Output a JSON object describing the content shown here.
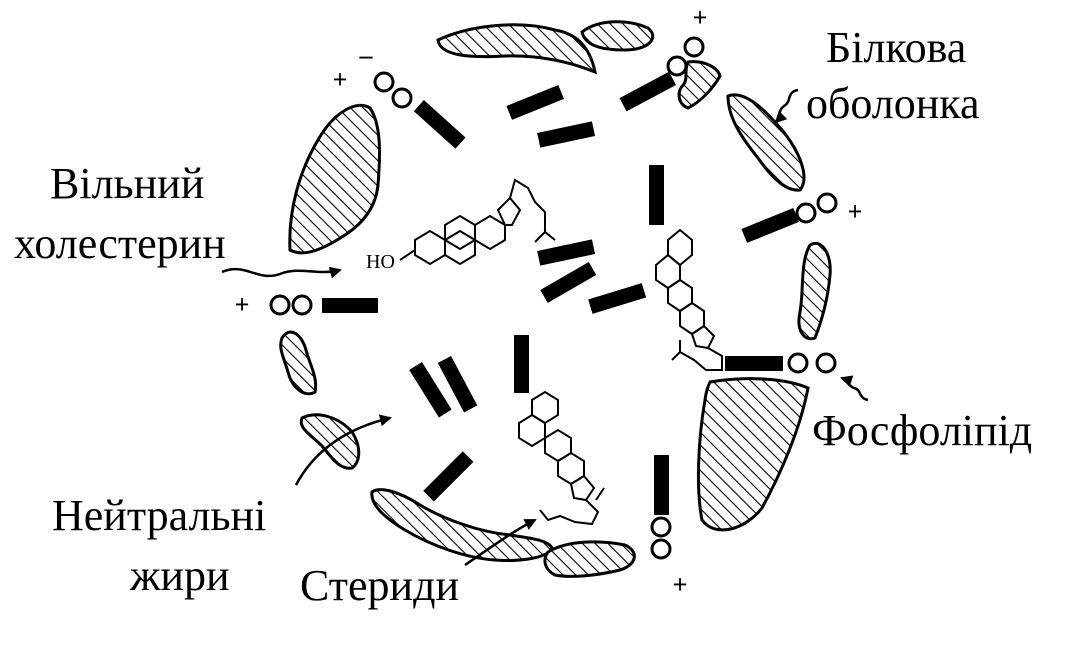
{
  "labels": {
    "protein_shell_line1": "Білкова",
    "protein_shell_line2": "оболонка",
    "free_cholesterol_line1": "Вільний",
    "free_cholesterol_line2": "холестерин",
    "neutral_fats_line1": "Нейтральні",
    "neutral_fats_line2": "жири",
    "sterides": "Стериди",
    "phospholipid": "Фосфоліпід",
    "hydroxyl": "HO"
  },
  "signs": {
    "plus": "+",
    "minus": "–"
  },
  "colors": {
    "ink": "#000000",
    "background": "#ffffff"
  }
}
